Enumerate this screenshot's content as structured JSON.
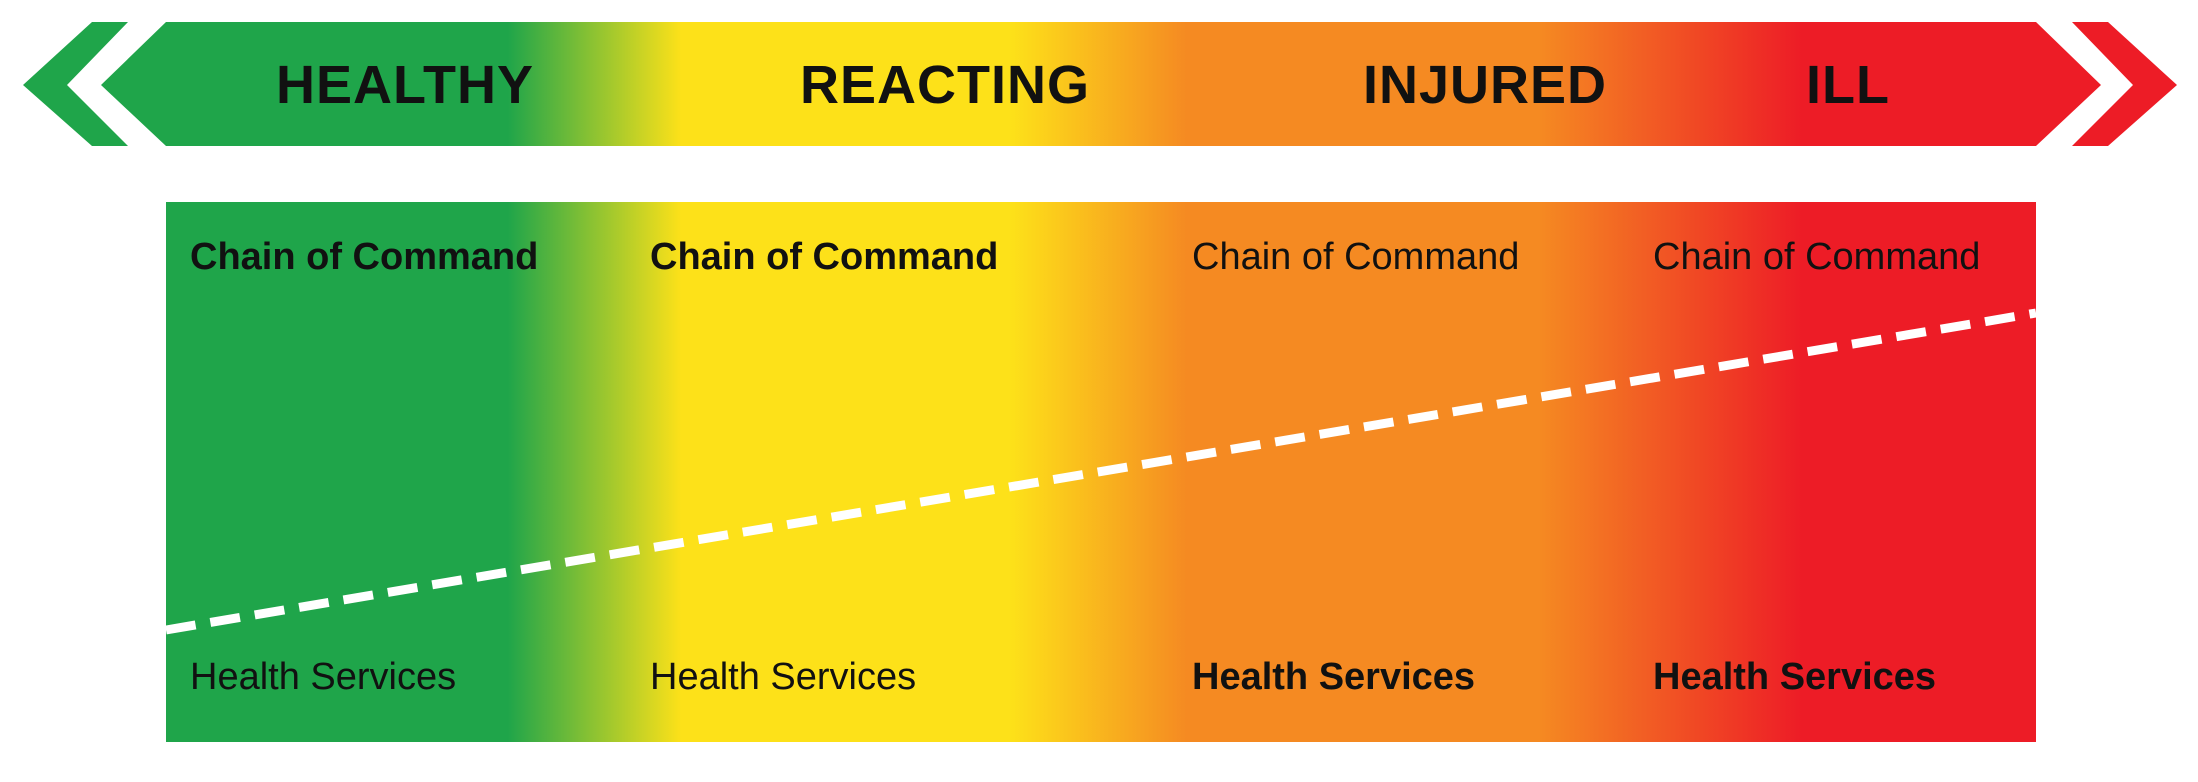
{
  "colors": {
    "green": "#1fa54a",
    "yellow": "#fde119",
    "orange": "#f58a22",
    "red": "#ed1c26",
    "dashed_line": "#ffffff",
    "text": "#111111"
  },
  "phases": [
    {
      "label": "HEALTHY"
    },
    {
      "label": "REACTING"
    },
    {
      "label": "INJURED"
    },
    {
      "label": "ILL"
    }
  ],
  "columns": [
    {
      "top_label": "Chain of Command",
      "top_bold": true,
      "bottom_label": "Health Services",
      "bottom_bold": false
    },
    {
      "top_label": "Chain of Command",
      "top_bold": true,
      "bottom_label": "Health Services",
      "bottom_bold": false
    },
    {
      "top_label": "Chain of Command",
      "top_bold": false,
      "bottom_label": "Health Services",
      "bottom_bold": true
    },
    {
      "top_label": "Chain of Command",
      "top_bold": false,
      "bottom_label": "Health Services",
      "bottom_bold": true
    }
  ],
  "icons": {
    "left_end": "chevron-left-icon",
    "right_end": "chevron-right-icon"
  }
}
